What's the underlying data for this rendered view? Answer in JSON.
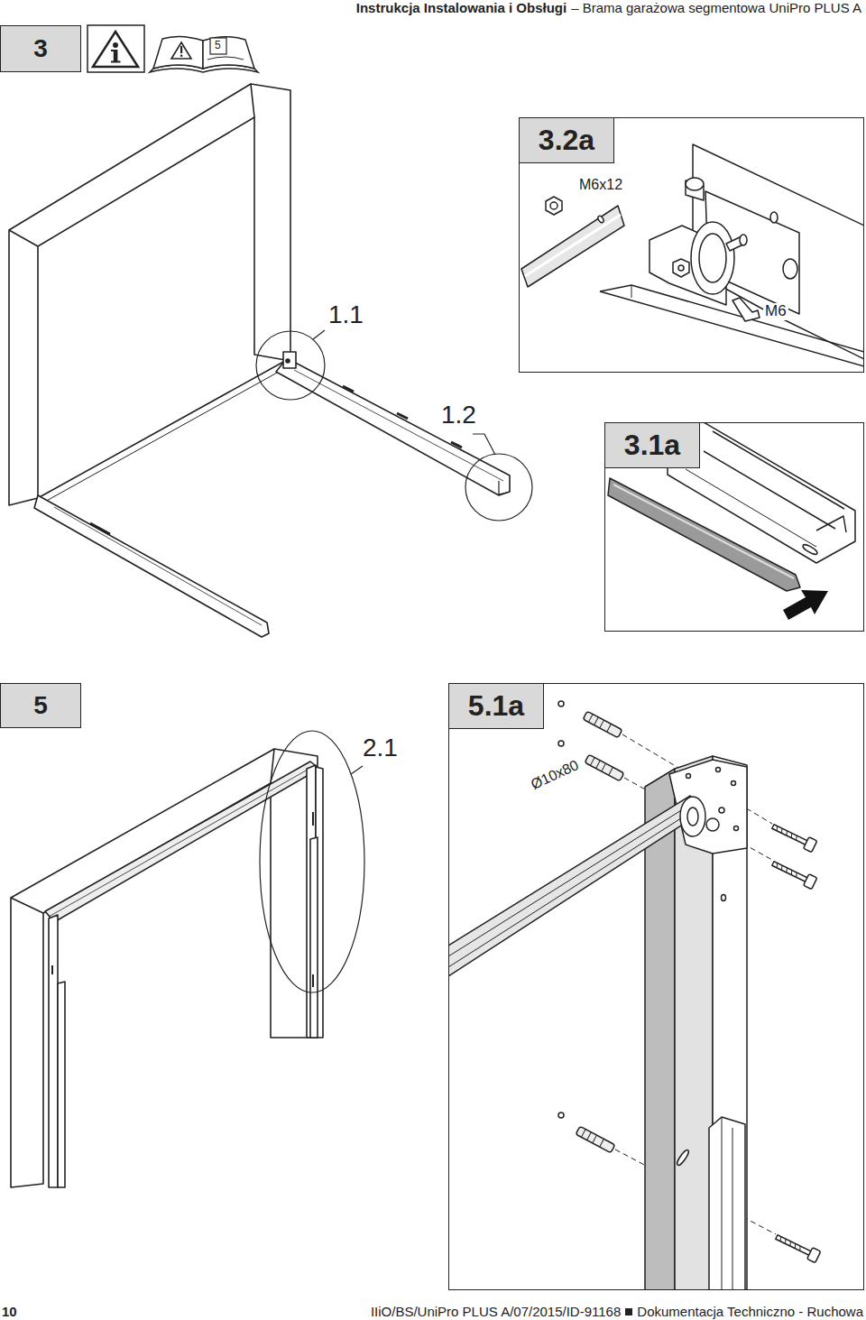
{
  "diagram": {
    "title": "Instrukcja Instalowania i Obsługi",
    "nodes": [
      {
        "text": [
          "3"
        ]
      },
      {
        "text": [
          "3.2a"
        ]
      },
      {
        "text": [
          "3.1a"
        ]
      },
      {
        "text": [
          "5"
        ]
      },
      {
        "text": [
          "5.1a"
        ]
      }
    ],
    "labels": [
      "– Brama garażowa segmentowa UniPro PLUS A",
      "5",
      "M6x12",
      "M6",
      "1.1",
      "1.2",
      "2.1",
      "Ø10x80",
      "10",
      "IIiO/BS/UniPro PLUS A/07/2015/ID-91168",
      "Dokumentacja Techniczno - Ruchowa"
    ]
  }
}
